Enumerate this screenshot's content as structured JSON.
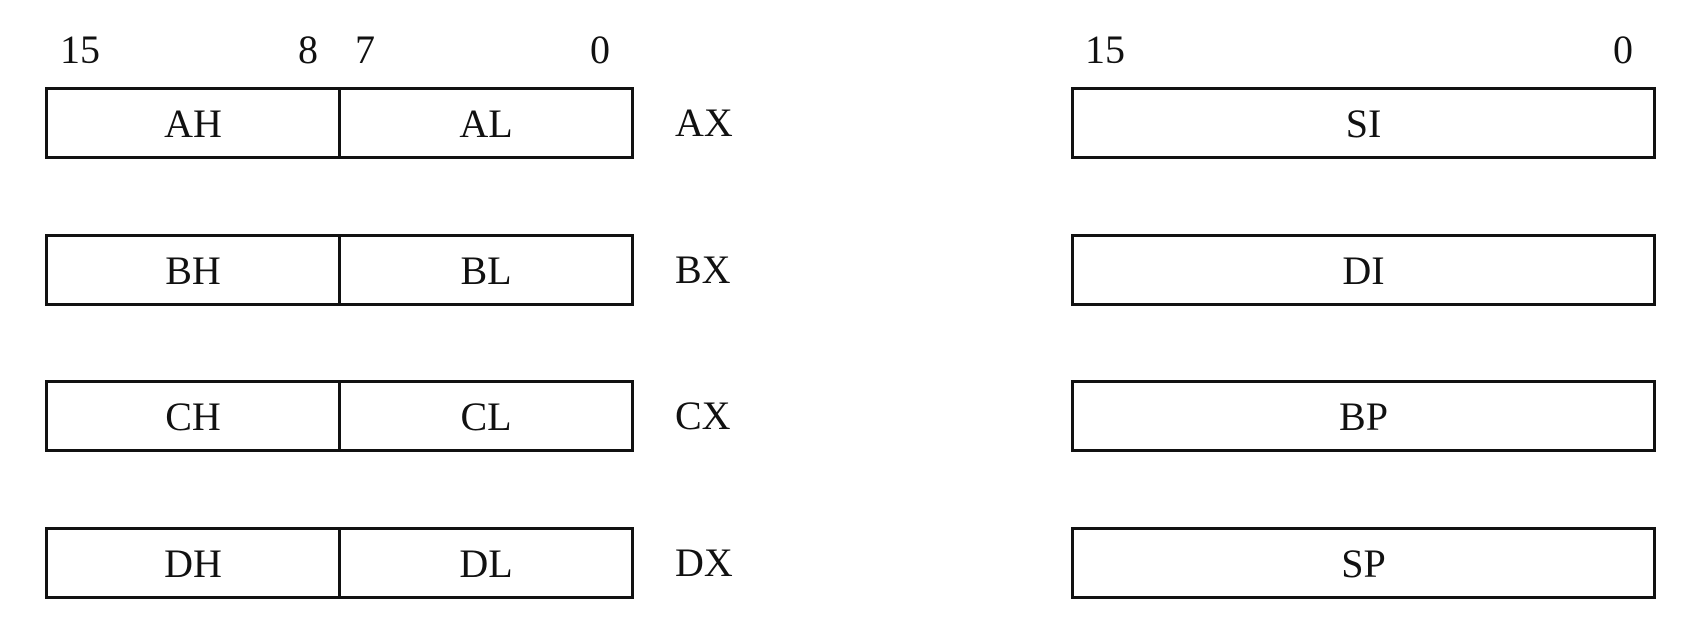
{
  "left_panel": {
    "bits": {
      "b15": "15",
      "b8": "8",
      "b7": "7",
      "b0": "0"
    },
    "registers": [
      {
        "high": "AH",
        "low": "AL",
        "name": "AX"
      },
      {
        "high": "BH",
        "low": "BL",
        "name": "BX"
      },
      {
        "high": "CH",
        "low": "CL",
        "name": "CX"
      },
      {
        "high": "DH",
        "low": "DL",
        "name": "DX"
      }
    ]
  },
  "right_panel": {
    "bits": {
      "b15": "15",
      "b0": "0"
    },
    "registers": [
      {
        "label": "SI"
      },
      {
        "label": "DI"
      },
      {
        "label": "BP"
      },
      {
        "label": "SP"
      }
    ]
  }
}
